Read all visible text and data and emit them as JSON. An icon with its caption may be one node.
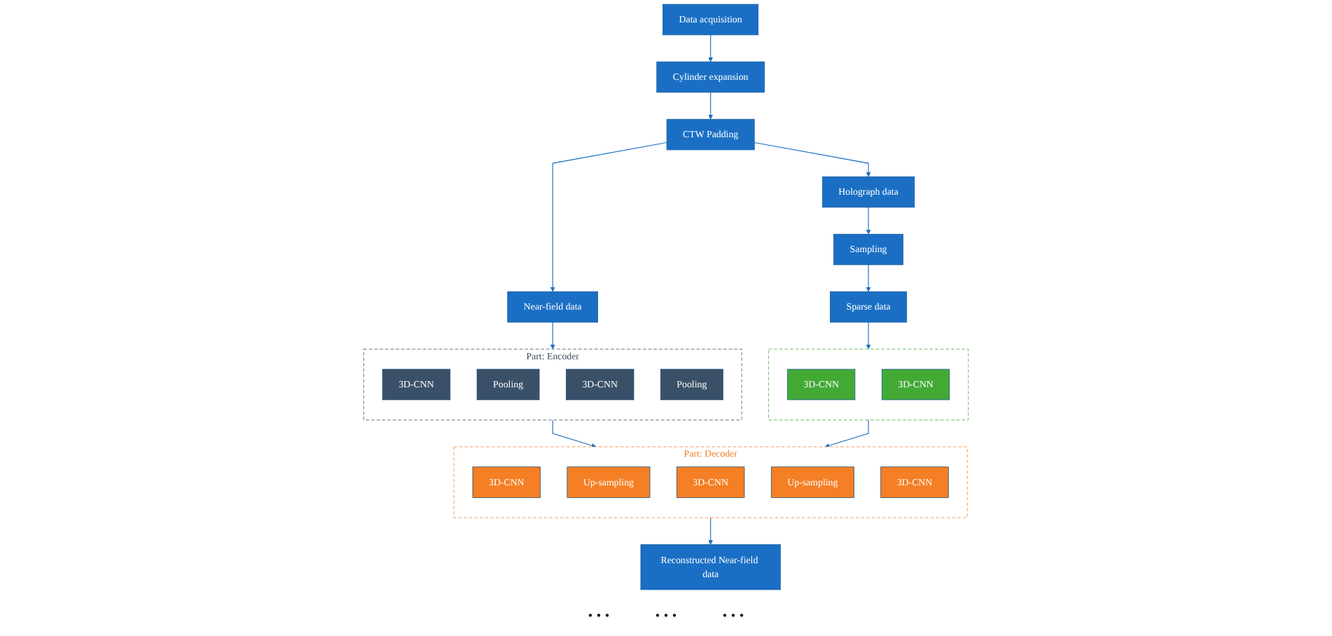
{
  "diagram": {
    "nodes": [
      {
        "text": [
          "Data acquisition"
        ]
      },
      {
        "text": [
          "Cylinder expansion"
        ]
      },
      {
        "text": [
          "CTW Padding"
        ]
      },
      {
        "text": [
          "Holograph data"
        ]
      },
      {
        "text": [
          "Sampling"
        ]
      },
      {
        "text": [
          "Sparse data"
        ]
      },
      {
        "text": [
          "Near-field data"
        ]
      },
      {
        "text": [],
        "shape": "box"
      },
      {
        "text": [
          "3D-CNN"
        ],
        "in": 7
      },
      {
        "text": [
          "3D-CNN"
        ],
        "in": 7
      },
      {
        "text": [
          "Part: Encoder"
        ]
      },
      {
        "text": [
          "3D-CNN"
        ],
        "in": 10
      },
      {
        "text": [
          "Pooling"
        ],
        "in": 10
      },
      {
        "text": [
          "3D-CNN"
        ],
        "in": 10
      },
      {
        "text": [
          "Pooling"
        ],
        "in": 10
      },
      {
        "text": [
          "Part: Decoder"
        ]
      },
      {
        "text": [
          "3D-CNN"
        ],
        "in": 15
      },
      {
        "text": [
          "Up-sampling"
        ],
        "in": 15
      },
      {
        "text": [
          "3D-CNN"
        ],
        "in": 15
      },
      {
        "text": [
          "Up-sampling"
        ],
        "in": 15
      },
      {
        "text": [
          "3D-CNN"
        ],
        "in": 15
      },
      {
        "text": [
          "Reconstructed Near-field data"
        ]
      }
    ],
    "edges": [
      {
        "from": 0,
        "to": 1,
        "arrow": "to"
      },
      {
        "from": 1,
        "to": 2,
        "arrow": "to"
      },
      {
        "from": 2,
        "to": 3,
        "arrow": "to"
      },
      {
        "from": 3,
        "to": 4,
        "arrow": "to"
      },
      {
        "from": 4,
        "to": 5,
        "arrow": "to"
      },
      {
        "from": 2,
        "to": 6,
        "arrow": "to"
      },
      {
        "from": 5,
        "to": 7,
        "arrow": "to"
      },
      {
        "from": 6,
        "to": 10,
        "arrow": "to"
      },
      {
        "from": 10,
        "to": 15,
        "arrow": "to"
      },
      {
        "from": 7,
        "to": 15,
        "arrow": "to"
      },
      {
        "from": 15,
        "to": 21,
        "arrow": "to"
      }
    ],
    "labels": [
      "…",
      "…",
      "…"
    ]
  }
}
